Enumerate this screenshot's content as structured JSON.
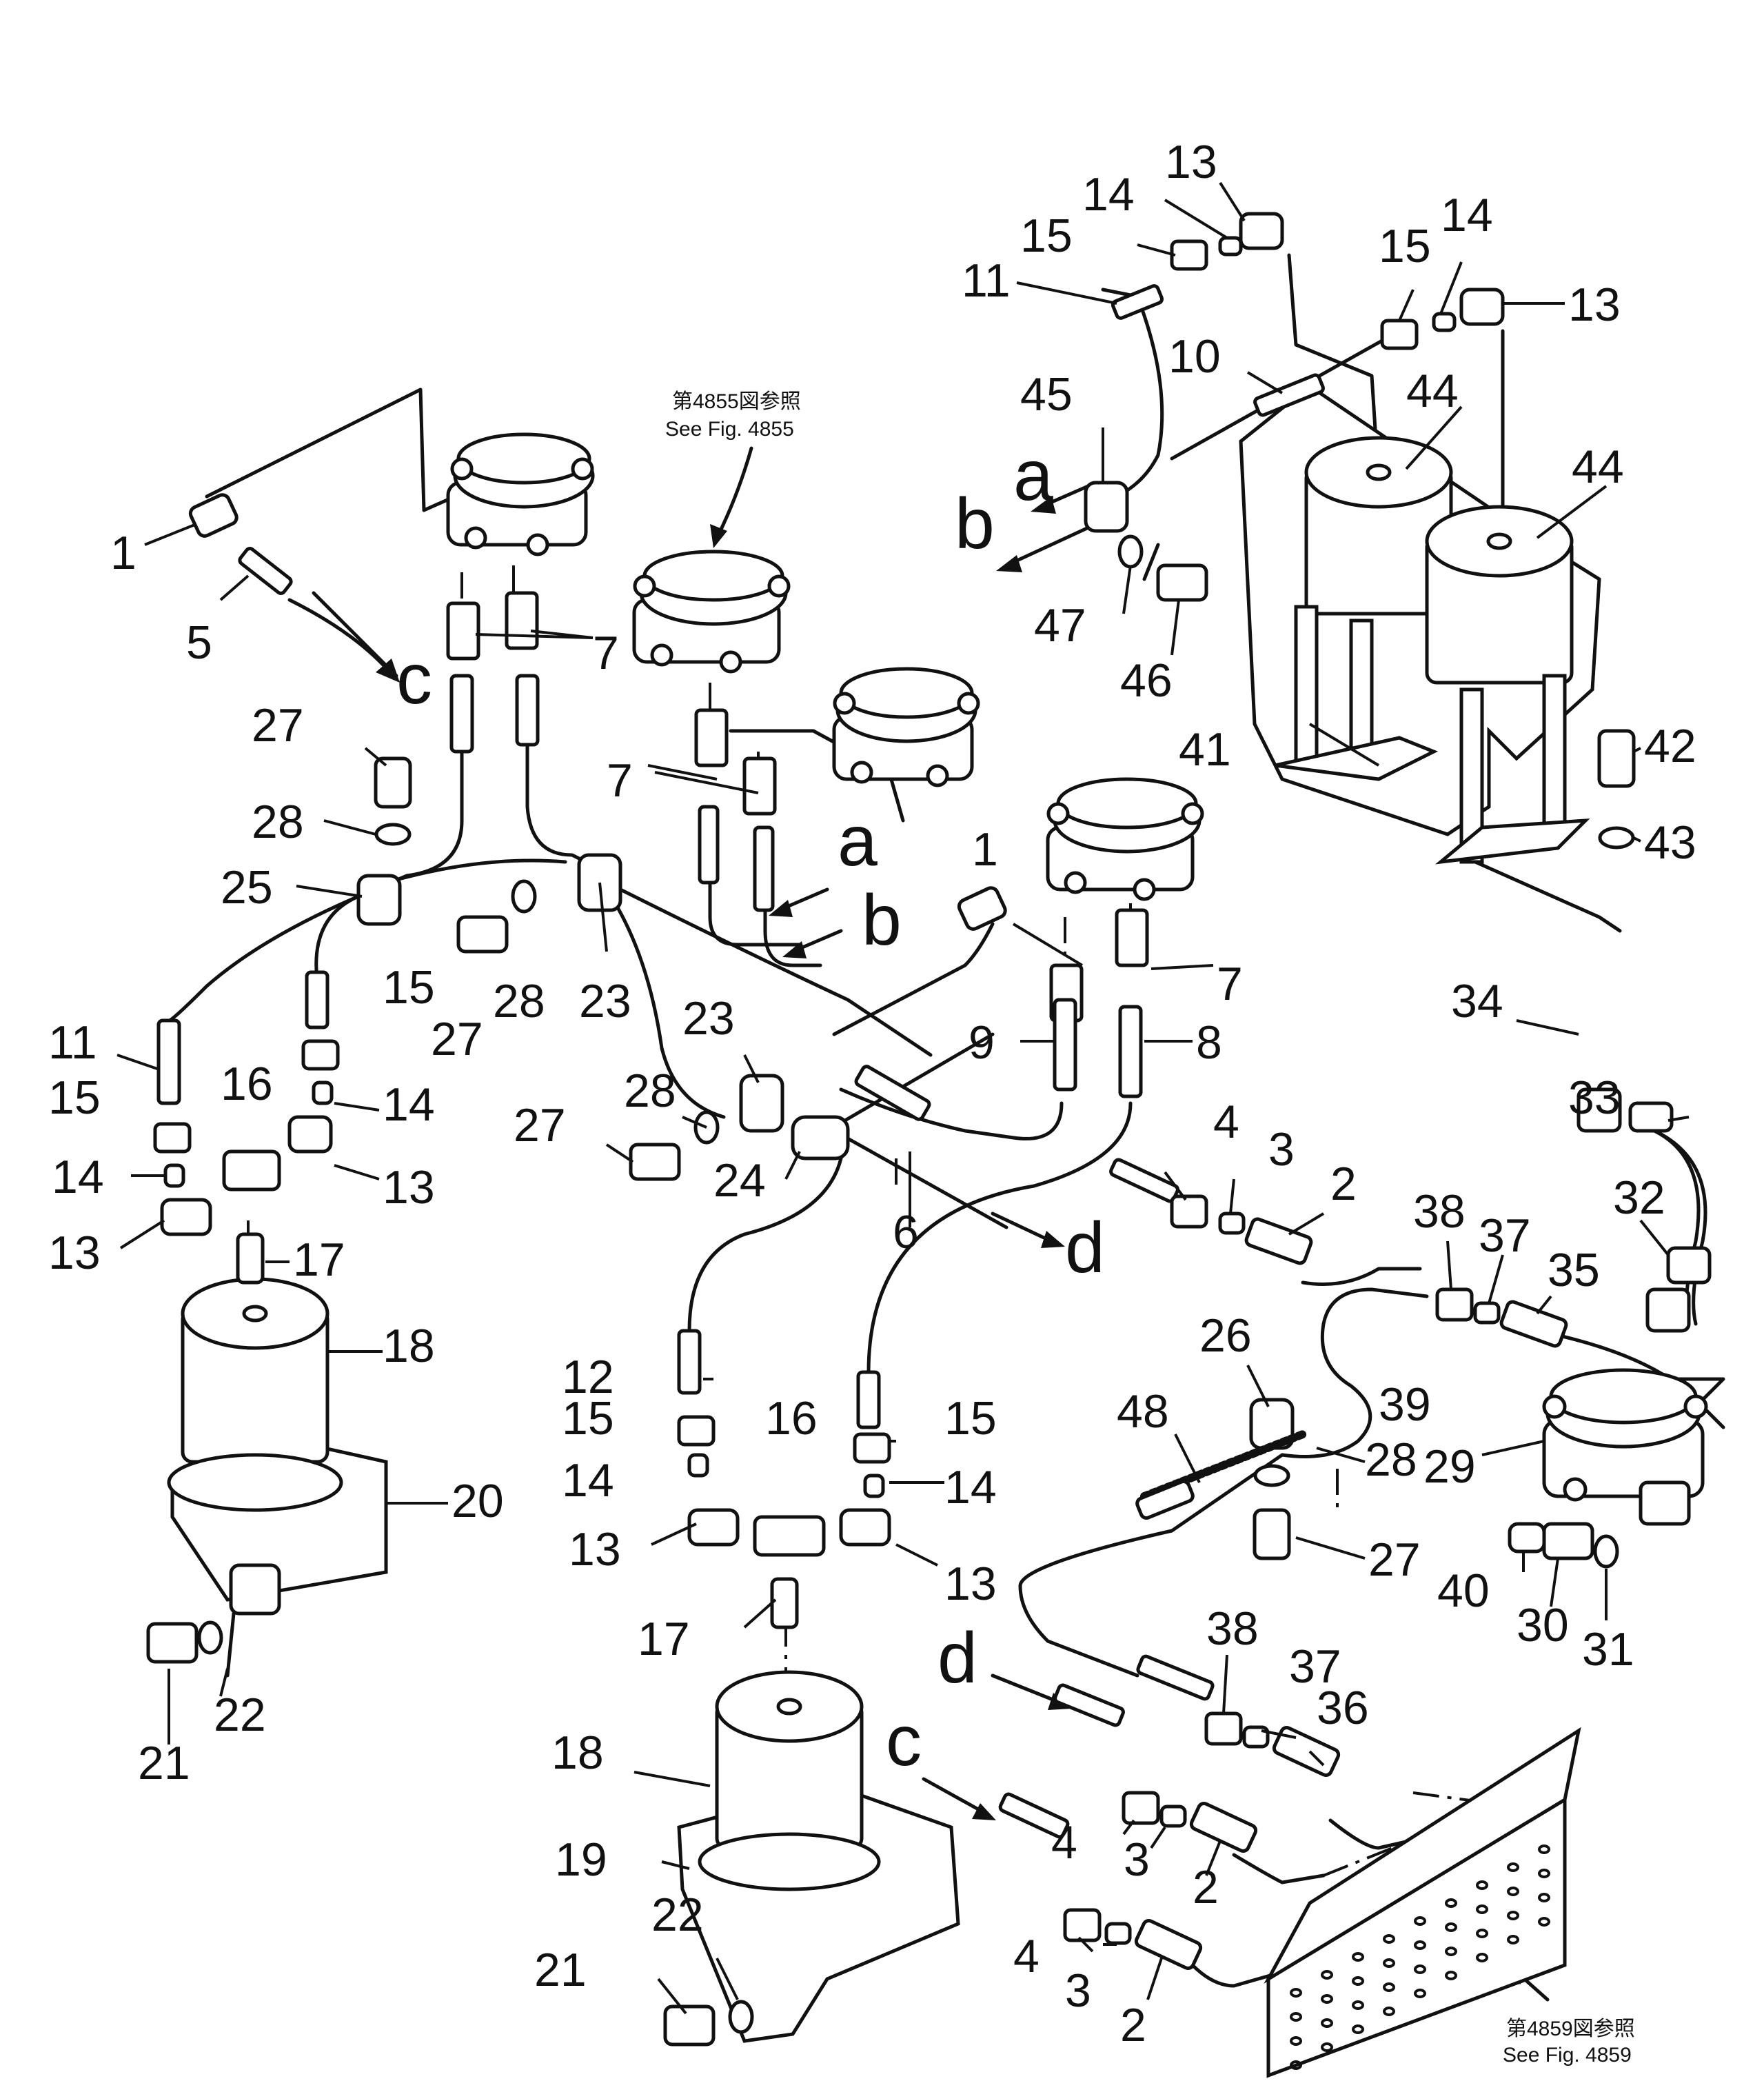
{
  "references": {
    "fig_4855_jp": "第4855図参照",
    "fig_4855_en": "See  Fig.  4855",
    "fig_4859_jp": "第4859図参照",
    "fig_4859_en": "See  Fig.  4859"
  },
  "arrow_letters": {
    "a": "a",
    "b": "b",
    "c": "c",
    "d": "d"
  },
  "callouts": {
    "n1": "1",
    "n2": "2",
    "n3": "3",
    "n4": "4",
    "n5": "5",
    "n6": "6",
    "n7": "7",
    "n8": "8",
    "n9": "9",
    "n10": "10",
    "n11": "11",
    "n12": "12",
    "n13": "13",
    "n14": "14",
    "n15": "15",
    "n16": "16",
    "n17": "17",
    "n18": "18",
    "n19": "19",
    "n20": "20",
    "n21": "21",
    "n22": "22",
    "n23": "23",
    "n24": "24",
    "n25": "25",
    "n26": "26",
    "n27": "27",
    "n28": "28",
    "n29": "29",
    "n30": "30",
    "n31": "31",
    "n32": "32",
    "n33": "33",
    "n34": "34",
    "n35": "35",
    "n36": "36",
    "n37": "37",
    "n38": "38",
    "n39": "39",
    "n40": "40",
    "n41": "41",
    "n42": "42",
    "n43": "43",
    "n44": "44",
    "n45": "45",
    "n46": "46",
    "n47": "47",
    "n48": "48"
  },
  "colors": {
    "ink": "#111111",
    "paper": "#ffffff"
  }
}
